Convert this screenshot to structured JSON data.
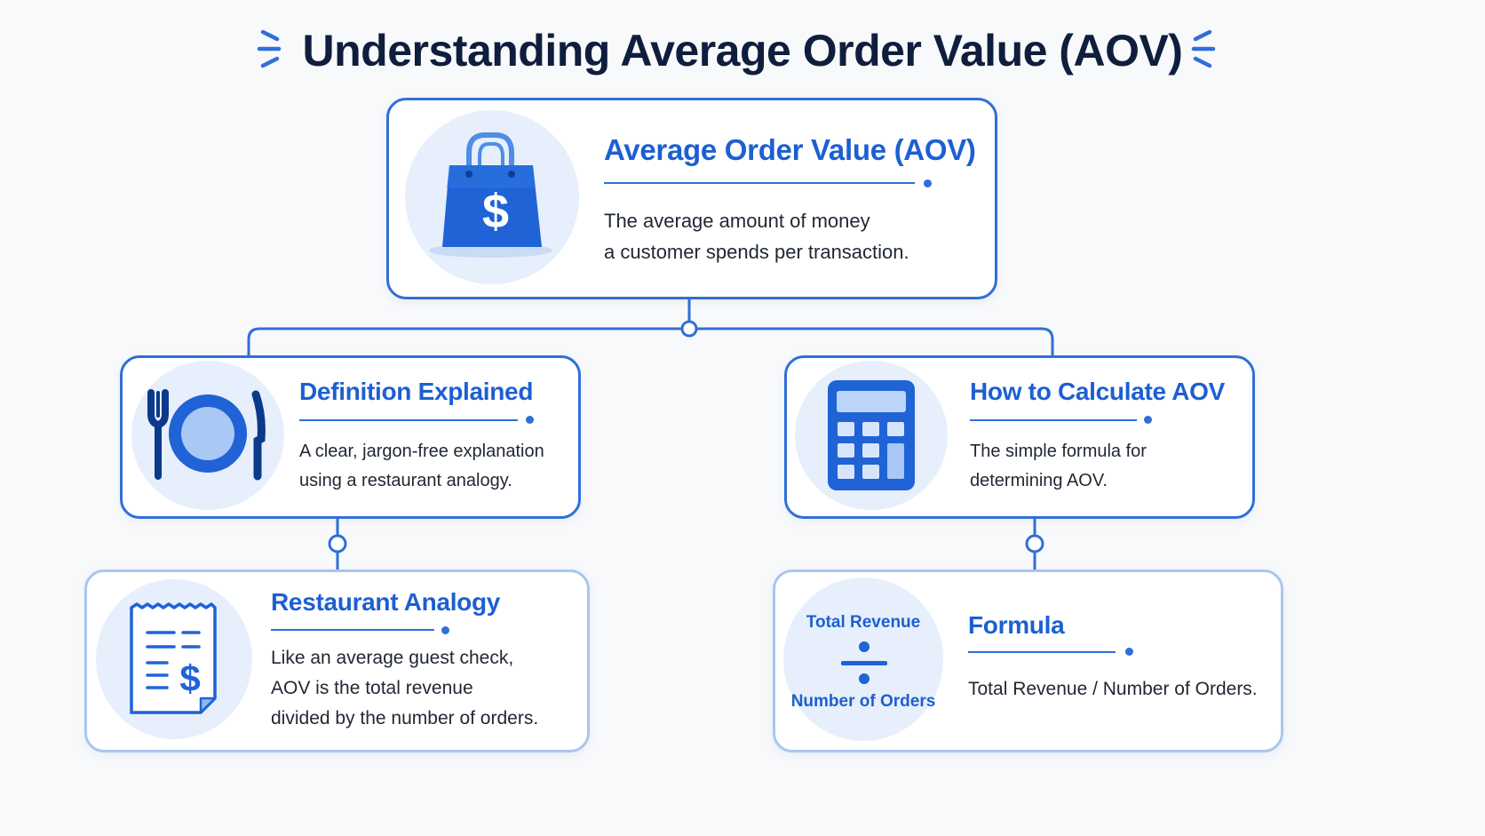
{
  "title": "Understanding Average Order Value (AOV)",
  "colors": {
    "accent": "#2f6fd8",
    "title": "#0f1e3d",
    "heading": "#1d5fd1",
    "text": "#1f2733",
    "icon_bg": "#e6effb"
  },
  "root": {
    "title": "Average Order Value (AOV)",
    "desc_line1": "The average amount of money",
    "desc_line2": "a customer spends per transaction.",
    "icon": "shopping-bag-dollar-icon"
  },
  "left_card": {
    "title": "Definition Explained",
    "desc_line1": "A clear, jargon-free explanation",
    "desc_line2": "using a restaurant analogy.",
    "icon": "fork-plate-knife-icon"
  },
  "right_card": {
    "title": "How to Calculate AOV",
    "desc_line1": "The simple formula for",
    "desc_line2": "determining AOV.",
    "icon": "calculator-icon"
  },
  "left_child": {
    "title": "Restaurant Analogy",
    "desc_line1": "Like an average guest check,",
    "desc_line2": "AOV is the total revenue",
    "desc_line3": "divided by the number of orders.",
    "icon": "receipt-dollar-icon"
  },
  "right_child": {
    "title": "Formula",
    "desc": "Total Revenue / Number of Orders.",
    "numerator": "Total Revenue",
    "denominator": "Number of Orders",
    "icon": "division-icon"
  }
}
